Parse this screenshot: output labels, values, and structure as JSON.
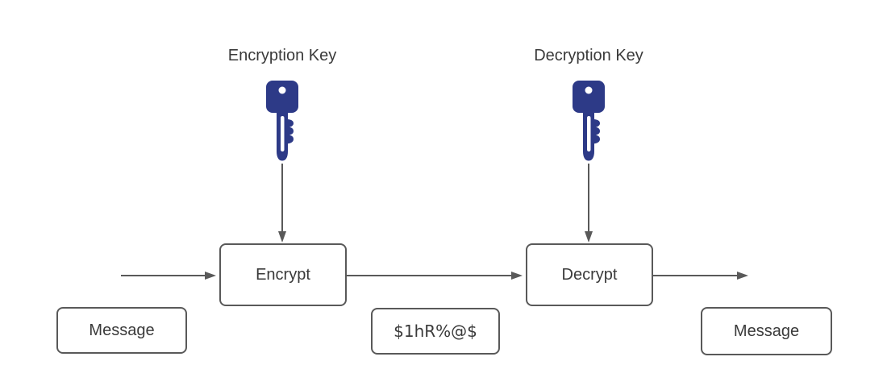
{
  "diagram": {
    "type": "encryption-flow",
    "labels": {
      "encryption_key": "Encryption Key",
      "decryption_key": "Decryption Key"
    },
    "nodes": {
      "encrypt": "Encrypt",
      "decrypt": "Decrypt",
      "message_in": "Message",
      "ciphertext": "$1hR%@$",
      "message_out": "Message"
    },
    "icons": {
      "encryption_key": "key-icon",
      "decryption_key": "key-icon"
    },
    "colors": {
      "key_fill": "#2d3a87",
      "stroke": "#595959",
      "text": "#3a3a3a",
      "background": "#ffffff"
    }
  }
}
